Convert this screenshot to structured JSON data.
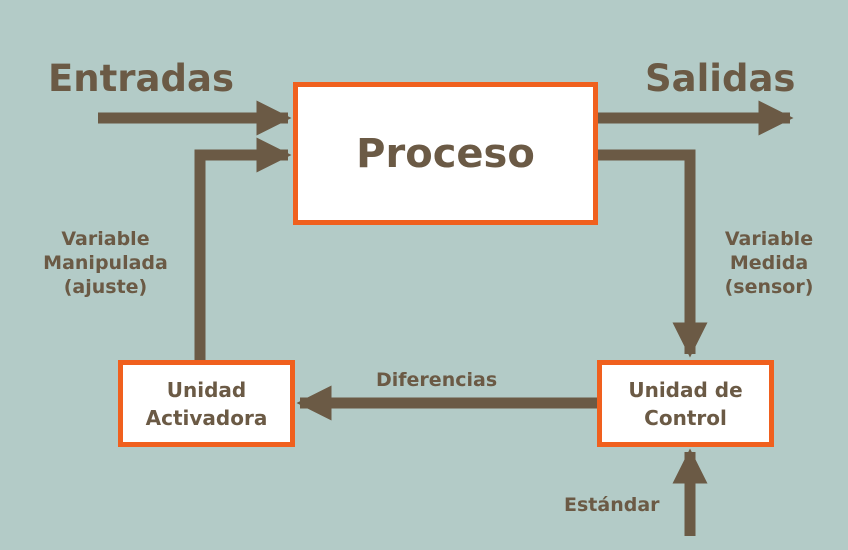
{
  "labels": {
    "entradas": "Entradas",
    "salidas": "Salidas",
    "variable_manipulada": [
      "Variable",
      "Manipulada",
      "(ajuste)"
    ],
    "variable_medida": [
      "Variable",
      "Medida",
      "(sensor)"
    ],
    "diferencias": "Diferencias",
    "estandar": "Estándar"
  },
  "boxes": {
    "proceso": "Proceso",
    "unidad_activadora": [
      "Unidad",
      "Activadora"
    ],
    "unidad_control": [
      "Unidad de",
      "Control"
    ]
  },
  "colors": {
    "background": "#b3cbc7",
    "arrow": "#6b5a45",
    "box_border": "#f0601e",
    "box_fill": "#ffffff",
    "text": "#6b5a45"
  }
}
